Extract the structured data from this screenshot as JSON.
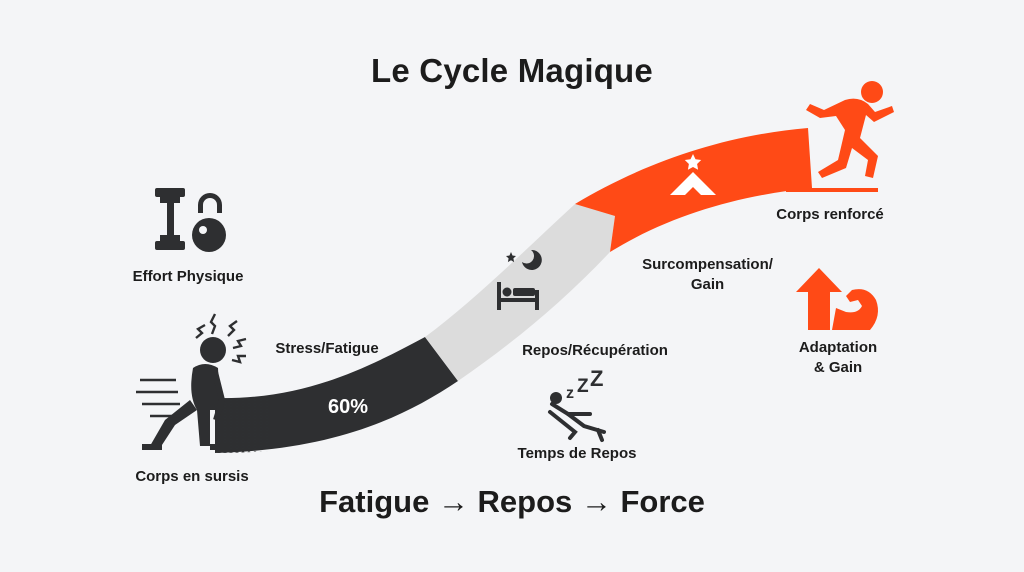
{
  "title": "Le Cycle Magique",
  "subtitle": "Fatigue → Repos → Force",
  "labels": {
    "effort": "Effort Physique",
    "stress": "Stress/Fatigue",
    "corps_sursis": "Corps en sursis",
    "percent": "60%",
    "repos_recup": "Repos/Récupération",
    "temps_repos": "Temps de Repos",
    "surcomp_line1": "Surcompensation/",
    "surcomp_line2": "Gain",
    "corps_renforce": "Corps renforcé",
    "adapt_line1": "Adaptation",
    "adapt_line2": "& Gain"
  },
  "colors": {
    "dark": "#2e2f31",
    "gray": "#dcdcdc",
    "orange": "#ff4a16",
    "background": "#f4f5f7"
  },
  "icons": [
    "dumbbell-kettlebell-icon",
    "tired-person-icon",
    "bed-moon-icon",
    "reclining-sleep-icon",
    "mountain-star-icon",
    "sprinter-icon",
    "arrow-up-icon",
    "muscle-arm-icon"
  ]
}
